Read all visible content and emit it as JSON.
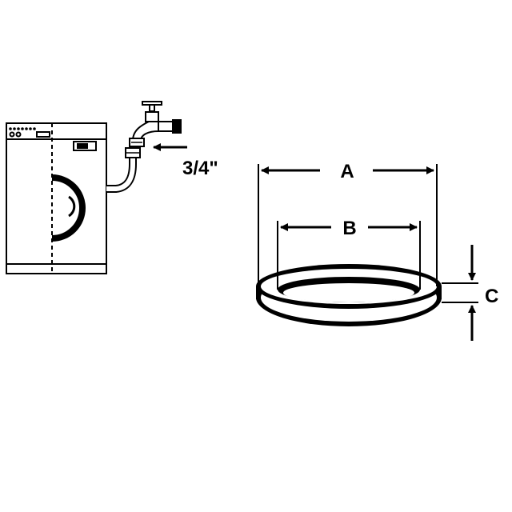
{
  "fitting_size_label": "3/4\"",
  "dimensions": {
    "outer_diameter_label": "A",
    "inner_diameter_label": "B",
    "thickness_label": "C"
  },
  "colors": {
    "ink": "#000000",
    "background": "#ffffff"
  },
  "icons": [
    "washing-machine-icon",
    "water-faucet-icon",
    "inlet-hose-icon",
    "hose-washer-icon"
  ]
}
